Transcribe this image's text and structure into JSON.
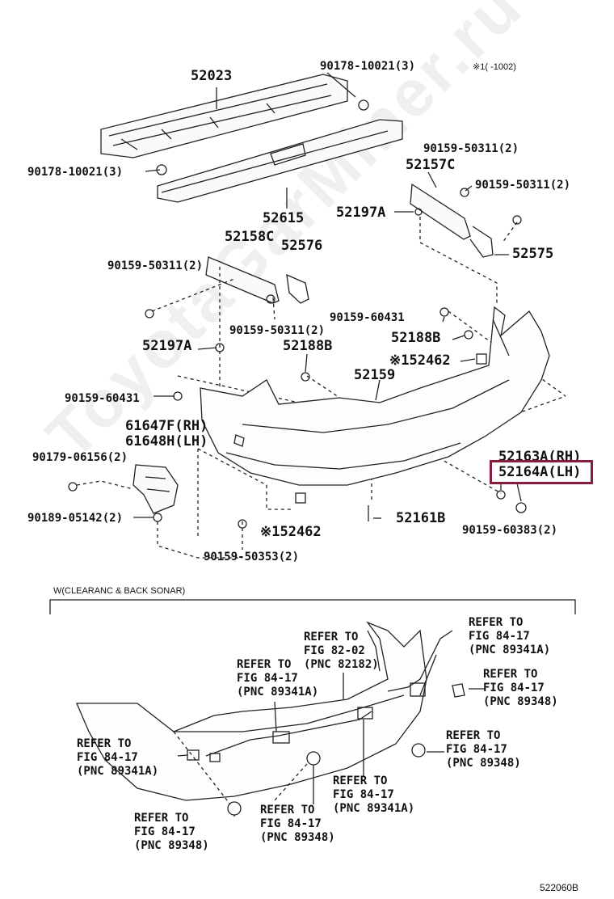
{
  "labels": {
    "p52023": "52023",
    "p90178_top": "90178-10021(3)",
    "p90178_left": "90178-10021(3)",
    "p52615": "52615",
    "p90159_50311_tr1": "90159-50311(2)",
    "p52157C": "52157C",
    "p90159_50311_tr2": "90159-50311(2)",
    "p52197A_r": "52197A",
    "p52575": "52575",
    "p52158C": "52158C",
    "p52576": "52576",
    "p90159_50311_l": "90159-50311(2)",
    "p90159_50311_m": "90159-50311(2)",
    "p90159_60431_r": "90159-60431",
    "p52188B_r": "52188B",
    "p52462_r": "※152462",
    "p52197A_l": "52197A",
    "p52188B_l": "52188B",
    "p52159": "52159",
    "p90159_60431_l": "90159-60431",
    "p61647F": "61647F(RH)",
    "p61648H": "61648H(LH)",
    "p52163A": "52163A(RH)",
    "p52164A": "52164A(LH)",
    "p90179": "90179-06156(2)",
    "p90189": "90189-05142(2)",
    "p52462_b": "※152462",
    "p52161B": "52161B",
    "p90159_60383": "90159-60383(2)",
    "p90159_50353": "90159-50353(2)"
  },
  "note_top": "※1(    -1002)",
  "section_title": "W(CLEARANC & BACK SONAR)",
  "refs": {
    "r1": "REFER TO\nFIG 82-02\n(PNC 82182)",
    "r2": "REFER TO\nFIG 84-17\n(PNC 89341A)",
    "r3": "REFER TO\nFIG 84-17\n(PNC 89341A)",
    "r4": "REFER TO\nFIG 84-17\n(PNC 89348)",
    "r5": "REFER TO\nFIG 84-17\n(PNC 89341A)",
    "r6": "REFER TO\nFIG 84-17\n(PNC 89348)",
    "r7": "REFER TO\nFIG 84-17\n(PNC 89341A)",
    "r8": "REFER TO\nFIG 84-17\n(PNC 89348)",
    "r9": "REFER TO\nFIG 84-17\n(PNC 89348)"
  },
  "diagram_code": "522060B",
  "watermark": "ToyotaGarMiner.ru",
  "colors": {
    "line": "#222222",
    "highlight": "#8a1b3a"
  }
}
